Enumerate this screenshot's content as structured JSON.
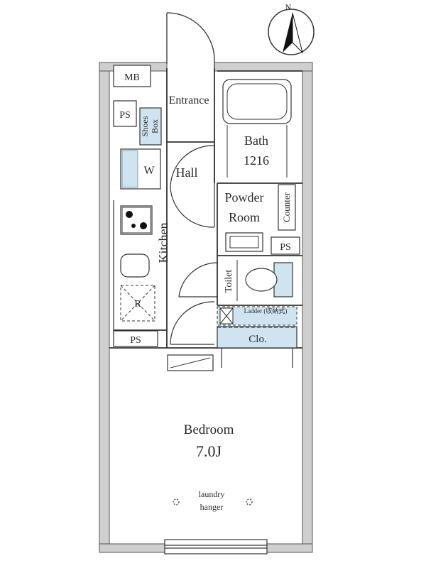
{
  "compass": {
    "north_label": "N"
  },
  "rooms": {
    "mb": "MB",
    "entrance": "Entrance",
    "ps_top": "PS",
    "shoes_box_line1": "Shoes",
    "shoes_box_line2": "Box",
    "washer": "W",
    "hall": "Hall",
    "bath_line1": "Bath",
    "bath_line2": "1216",
    "powder_line1": "Powder",
    "powder_line2": "Room",
    "counter": "Counter",
    "kitchen": "Kitchen",
    "ps_mid": "PS",
    "toilet": "Toilet",
    "ladder": "Ladder (収納式)",
    "closet": "Clo.",
    "refrigerator": "R",
    "ps_bottom": "PS",
    "bedroom_line1": "Bedroom",
    "bedroom_line2": "7.0J",
    "laundry_line1": "laundry",
    "laundry_line2": "hanger"
  },
  "colors": {
    "wall": "#c8c8c8",
    "wall_edge": "#555555",
    "fixture": "#cfe3f1",
    "line": "#333333"
  }
}
